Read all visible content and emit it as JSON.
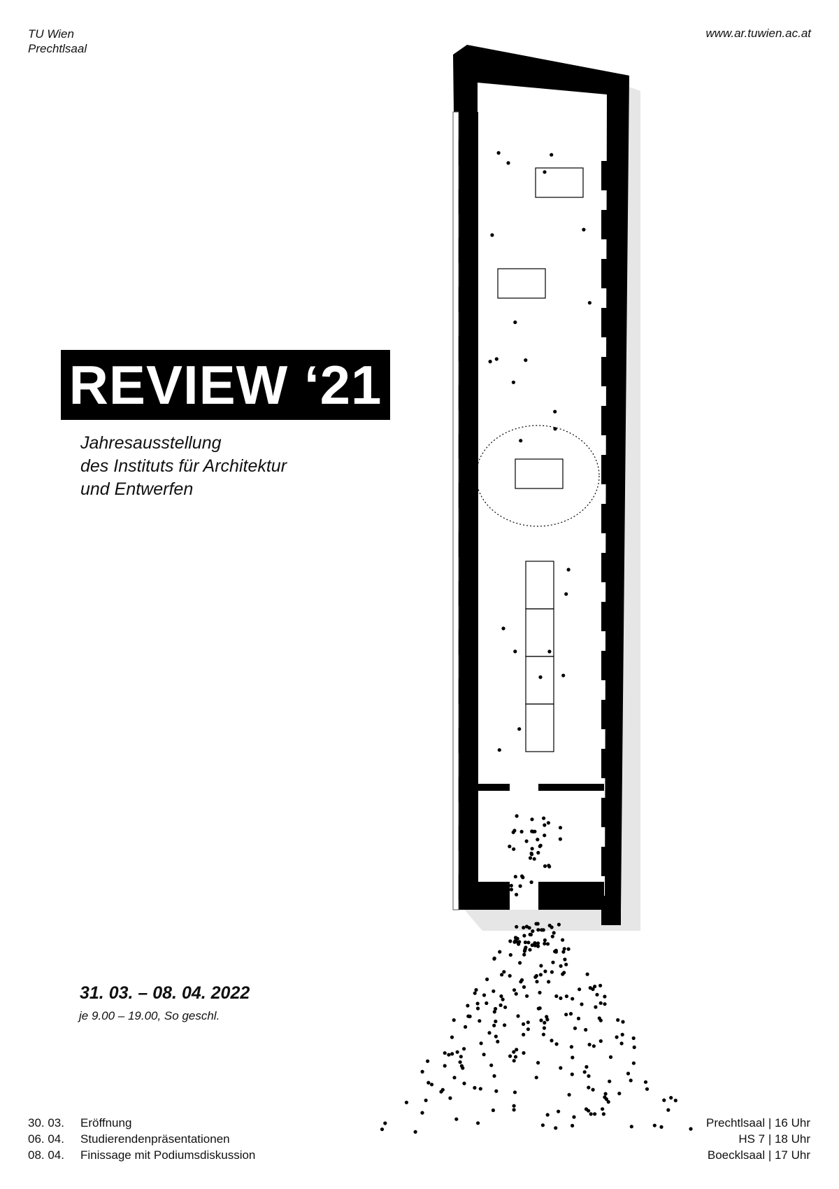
{
  "header": {
    "institution": "TU Wien",
    "venue": "Prechtlsaal",
    "url": "www.ar.tuwien.ac.at"
  },
  "title": "REVIEW ‘21",
  "subtitle": [
    "Jahresausstellung",
    "des Instituts für Architektur",
    "und Entwerfen"
  ],
  "dates": "31. 03. – 08. 04. 2022",
  "hours": "je 9.00 – 19.00, So geschl.",
  "events": [
    {
      "date": "30. 03.",
      "name": "Eröffnung",
      "place": "Prechtlsaal | 16 Uhr"
    },
    {
      "date": "06. 04.",
      "name": "Studierendenpräsentationen",
      "place": "HS 7 | 18 Uhr"
    },
    {
      "date": "08. 04.",
      "name": "Finissage mit Podiumsdiskussion",
      "place": "Boecklsaal | 17 Uhr"
    }
  ],
  "colors": {
    "ink": "#000000",
    "paper": "#ffffff",
    "shadow": "#e6e6e6"
  },
  "illustration": "floor-plan of the hall with a crowd of visitors streaming out"
}
